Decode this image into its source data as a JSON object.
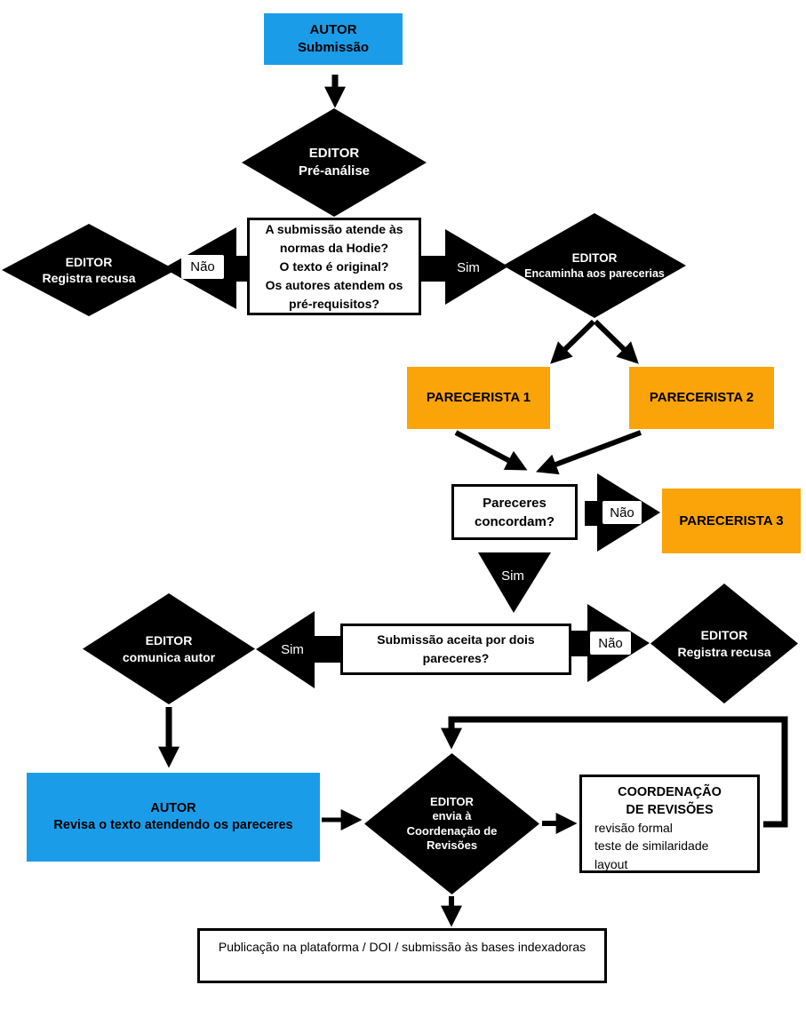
{
  "palette": {
    "blue": "#1B9CE9",
    "orange": "#FBA40A",
    "black": "#000000",
    "white": "#FFFFFF"
  },
  "labels": {
    "sim": "Sim",
    "nao": "Não"
  },
  "nodes": {
    "autor_submissao": {
      "line1": "AUTOR",
      "line2": "Submissão"
    },
    "pre_analise": {
      "line1": "EDITOR",
      "line2": "Pré-análise"
    },
    "registra_recusa_1": {
      "line1": "EDITOR",
      "line2": "Registra recusa"
    },
    "pergunta_normas": {
      "l1": "A submissão atende às",
      "l2": "normas da Hodie?",
      "l3": "O texto é original?",
      "l4": "Os autores atendem os",
      "l5": "pré-requisitos?"
    },
    "encaminha": {
      "line1": "EDITOR",
      "line2": "Encaminha aos parecerias"
    },
    "parecerista1": {
      "label": "PARECERISTA 1"
    },
    "parecerista2": {
      "label": "PARECERISTA 2"
    },
    "parecerista3": {
      "label": "PARECERISTA 3"
    },
    "pareceres_concordam": {
      "l1": "Pareceres",
      "l2": "concordam?"
    },
    "submissao_aceita": {
      "l1": "Submissão aceita por dois",
      "l2": "pareceres?"
    },
    "comunica_autor": {
      "line1": "EDITOR",
      "line2": "comunica autor"
    },
    "registra_recusa_2": {
      "line1": "EDITOR",
      "line2": "Registra recusa"
    },
    "autor_revisa": {
      "line1": "AUTOR",
      "line2": "Revisa o texto atendendo os pareceres"
    },
    "envia_coordenacao": {
      "l1": "EDITOR",
      "l2": "envia à",
      "l3": "Coordenação de",
      "l4": "Revisões"
    },
    "coordenacao": {
      "h1": "COORDENAÇÃO",
      "h2": "DE REVISÕES",
      "d1": "revisão formal",
      "d2": "teste de similaridade",
      "d3": "layout"
    },
    "publicacao": {
      "label": "Publicação na plataforma / DOI / submissão às bases indexadoras"
    }
  }
}
